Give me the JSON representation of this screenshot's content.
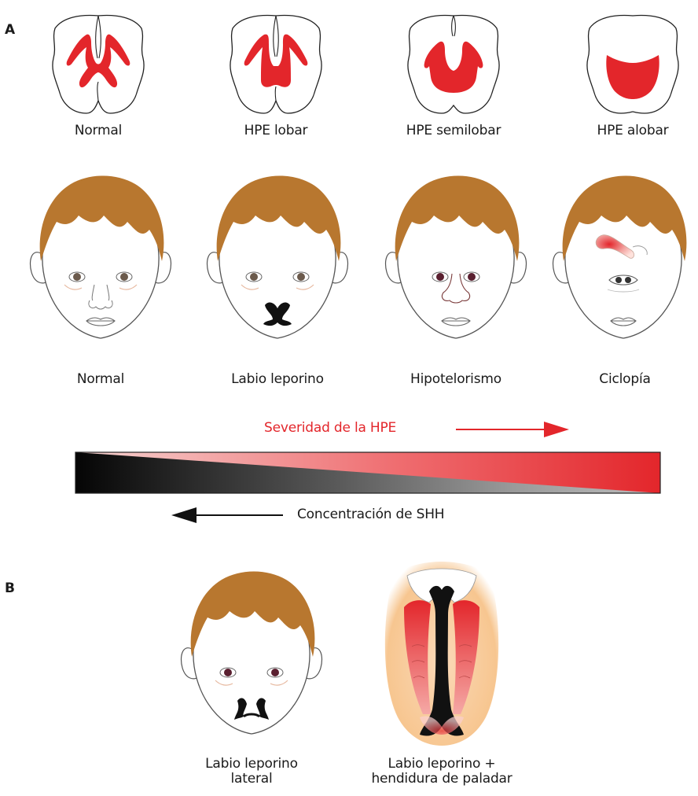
{
  "panel_a": {
    "letter": "A",
    "brain_labels": [
      "Normal",
      "HPE lobar",
      "HPE semilobar",
      "HPE alobar"
    ],
    "face_labels": [
      "Normal",
      "Labio leporino",
      "Hipotelorismo",
      "Ciclopía"
    ],
    "severity_label": "Severidad de la HPE",
    "concentration_label": "Concentración de SHH"
  },
  "panel_b": {
    "letter": "B",
    "face_label_line1": "Labio leporino",
    "face_label_line2": "lateral",
    "palate_label_line1": "Labio leporino +",
    "palate_label_line2": "hendidura de paladar"
  },
  "colors": {
    "red": "#e3262b",
    "hair": "#b8772f",
    "gradient_dark": "#0a0a0a",
    "gradient_red": "#e3262b"
  }
}
